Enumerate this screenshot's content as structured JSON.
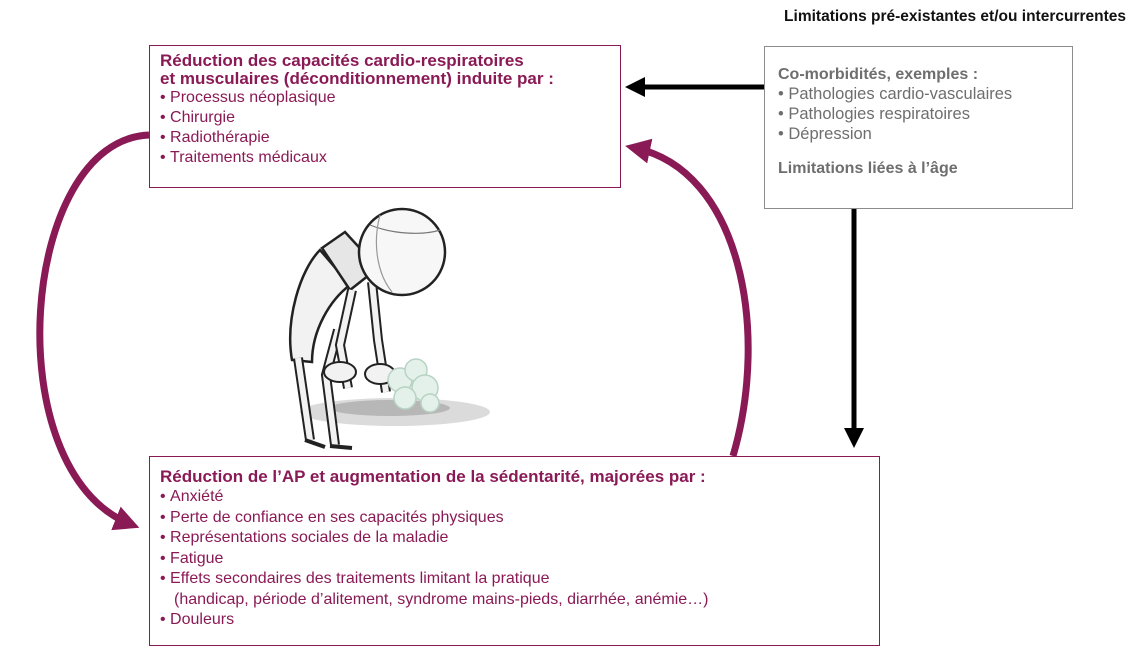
{
  "header": {
    "title": "Limitations pré-existantes et/ou intercurrentes"
  },
  "box_top": {
    "title_line1": "Réduction des capacités cardio-respiratoires",
    "title_line2": "et musculaires (déconditionnement) induite par :",
    "items": [
      "Processus néoplasique",
      "Chirurgie",
      "Radiothérapie",
      "Traitements médicaux"
    ]
  },
  "box_right": {
    "title": "Co-morbidités, exemples :",
    "items": [
      "Pathologies cardio-vasculaires",
      "Pathologies respiratoires",
      "Dépression"
    ],
    "title2": "Limitations liées à l’âge"
  },
  "box_bottom": {
    "title": "Réduction de l’AP et augmentation de la sédentarité, majorées par :",
    "items": [
      "Anxiété",
      "Perte de confiance en ses capacités physiques",
      "Représentations sociales de la maladie",
      "Fatigue",
      "Effets secondaires des traitements limitant la pratique",
      "(handicap, période d’alitement, syndrome mains-pieds, diarrhée, anémie…)",
      "Douleurs"
    ]
  },
  "colors": {
    "accent": "#8a1a55",
    "grey": "#8c8c8c",
    "arrow_black": "#000000"
  },
  "illustration": "exhausted-figure-icon"
}
